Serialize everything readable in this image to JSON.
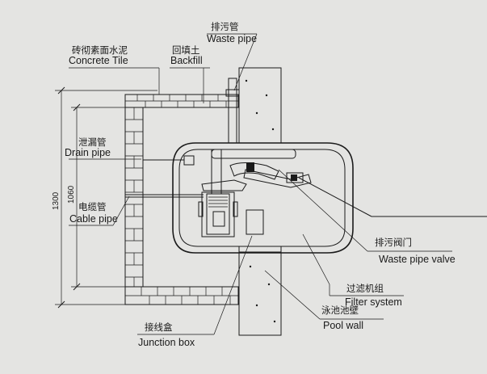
{
  "labels": {
    "waste_pipe_zh": "排污管",
    "waste_pipe_en": "Waste pipe",
    "concrete_tile_zh": "砖彻素面水泥",
    "concrete_tile_en": "Concrete Tile",
    "backfill_zh": "回填土",
    "backfill_en": "Backfill",
    "drain_pipe_zh": "泄漏管",
    "drain_pipe_en": "Drain pipe",
    "cable_pipe_zh": "电缆管",
    "cable_pipe_en": "Cable pipe",
    "waste_valve_zh": "排污阀门",
    "waste_valve_en": "Waste pipe valve",
    "filter_zh": "过滤机组",
    "filter_en": "Filter system",
    "pool_wall_zh": "泳池池壁",
    "pool_wall_en": "Pool wall",
    "junction_zh": "接线盒",
    "junction_en": "Junction box"
  },
  "dimensions": {
    "outer": "1300",
    "inner": "1060"
  }
}
